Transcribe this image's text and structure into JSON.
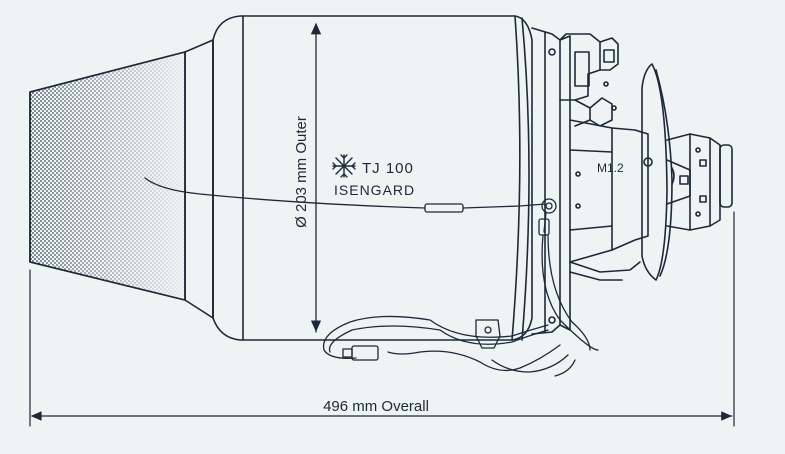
{
  "dims": {
    "outer_diameter": "Ø 203 mm Outer",
    "overall_length": "496 mm Overall"
  },
  "branding": {
    "model": "TJ 100",
    "maker": "ISENGARD",
    "logo": "snowflake-logo-icon"
  },
  "labels": {
    "thread": "M1.2"
  },
  "colors": {
    "background": "#eef3f3",
    "ink": "#1c2a38"
  }
}
